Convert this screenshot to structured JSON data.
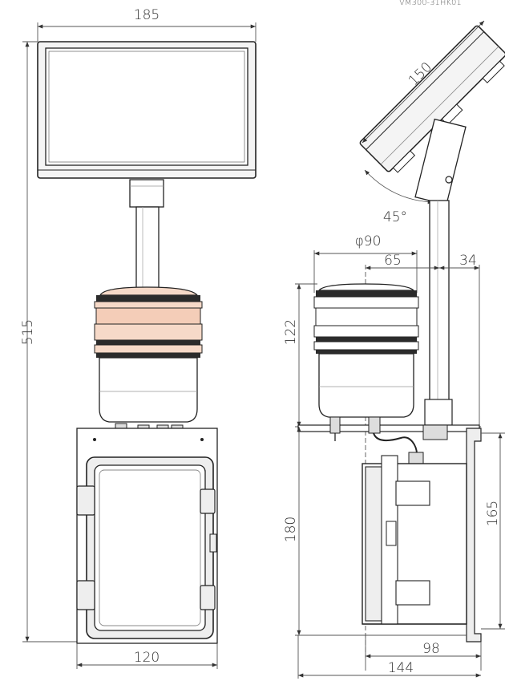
{
  "header_fragment": "VM300-31HK01",
  "dimensions": {
    "front_width": "185",
    "total_height": "515",
    "box_width": "120",
    "panel_width": "150",
    "tilt_angle": "45°",
    "light_diameter": "φ90",
    "light_offset": "65",
    "pole_offset": "34",
    "light_height": "122",
    "box_height": "180",
    "box_inner_height": "165",
    "box_depth": "98",
    "base_depth": "144"
  },
  "colors": {
    "outline": "#222222",
    "dimension_line": "#555555",
    "panel_fill": "#f2f2f2",
    "light_band": "#f6d9c8",
    "light_dark_band": "#2b2b2b",
    "housing": "#eeeeee"
  }
}
